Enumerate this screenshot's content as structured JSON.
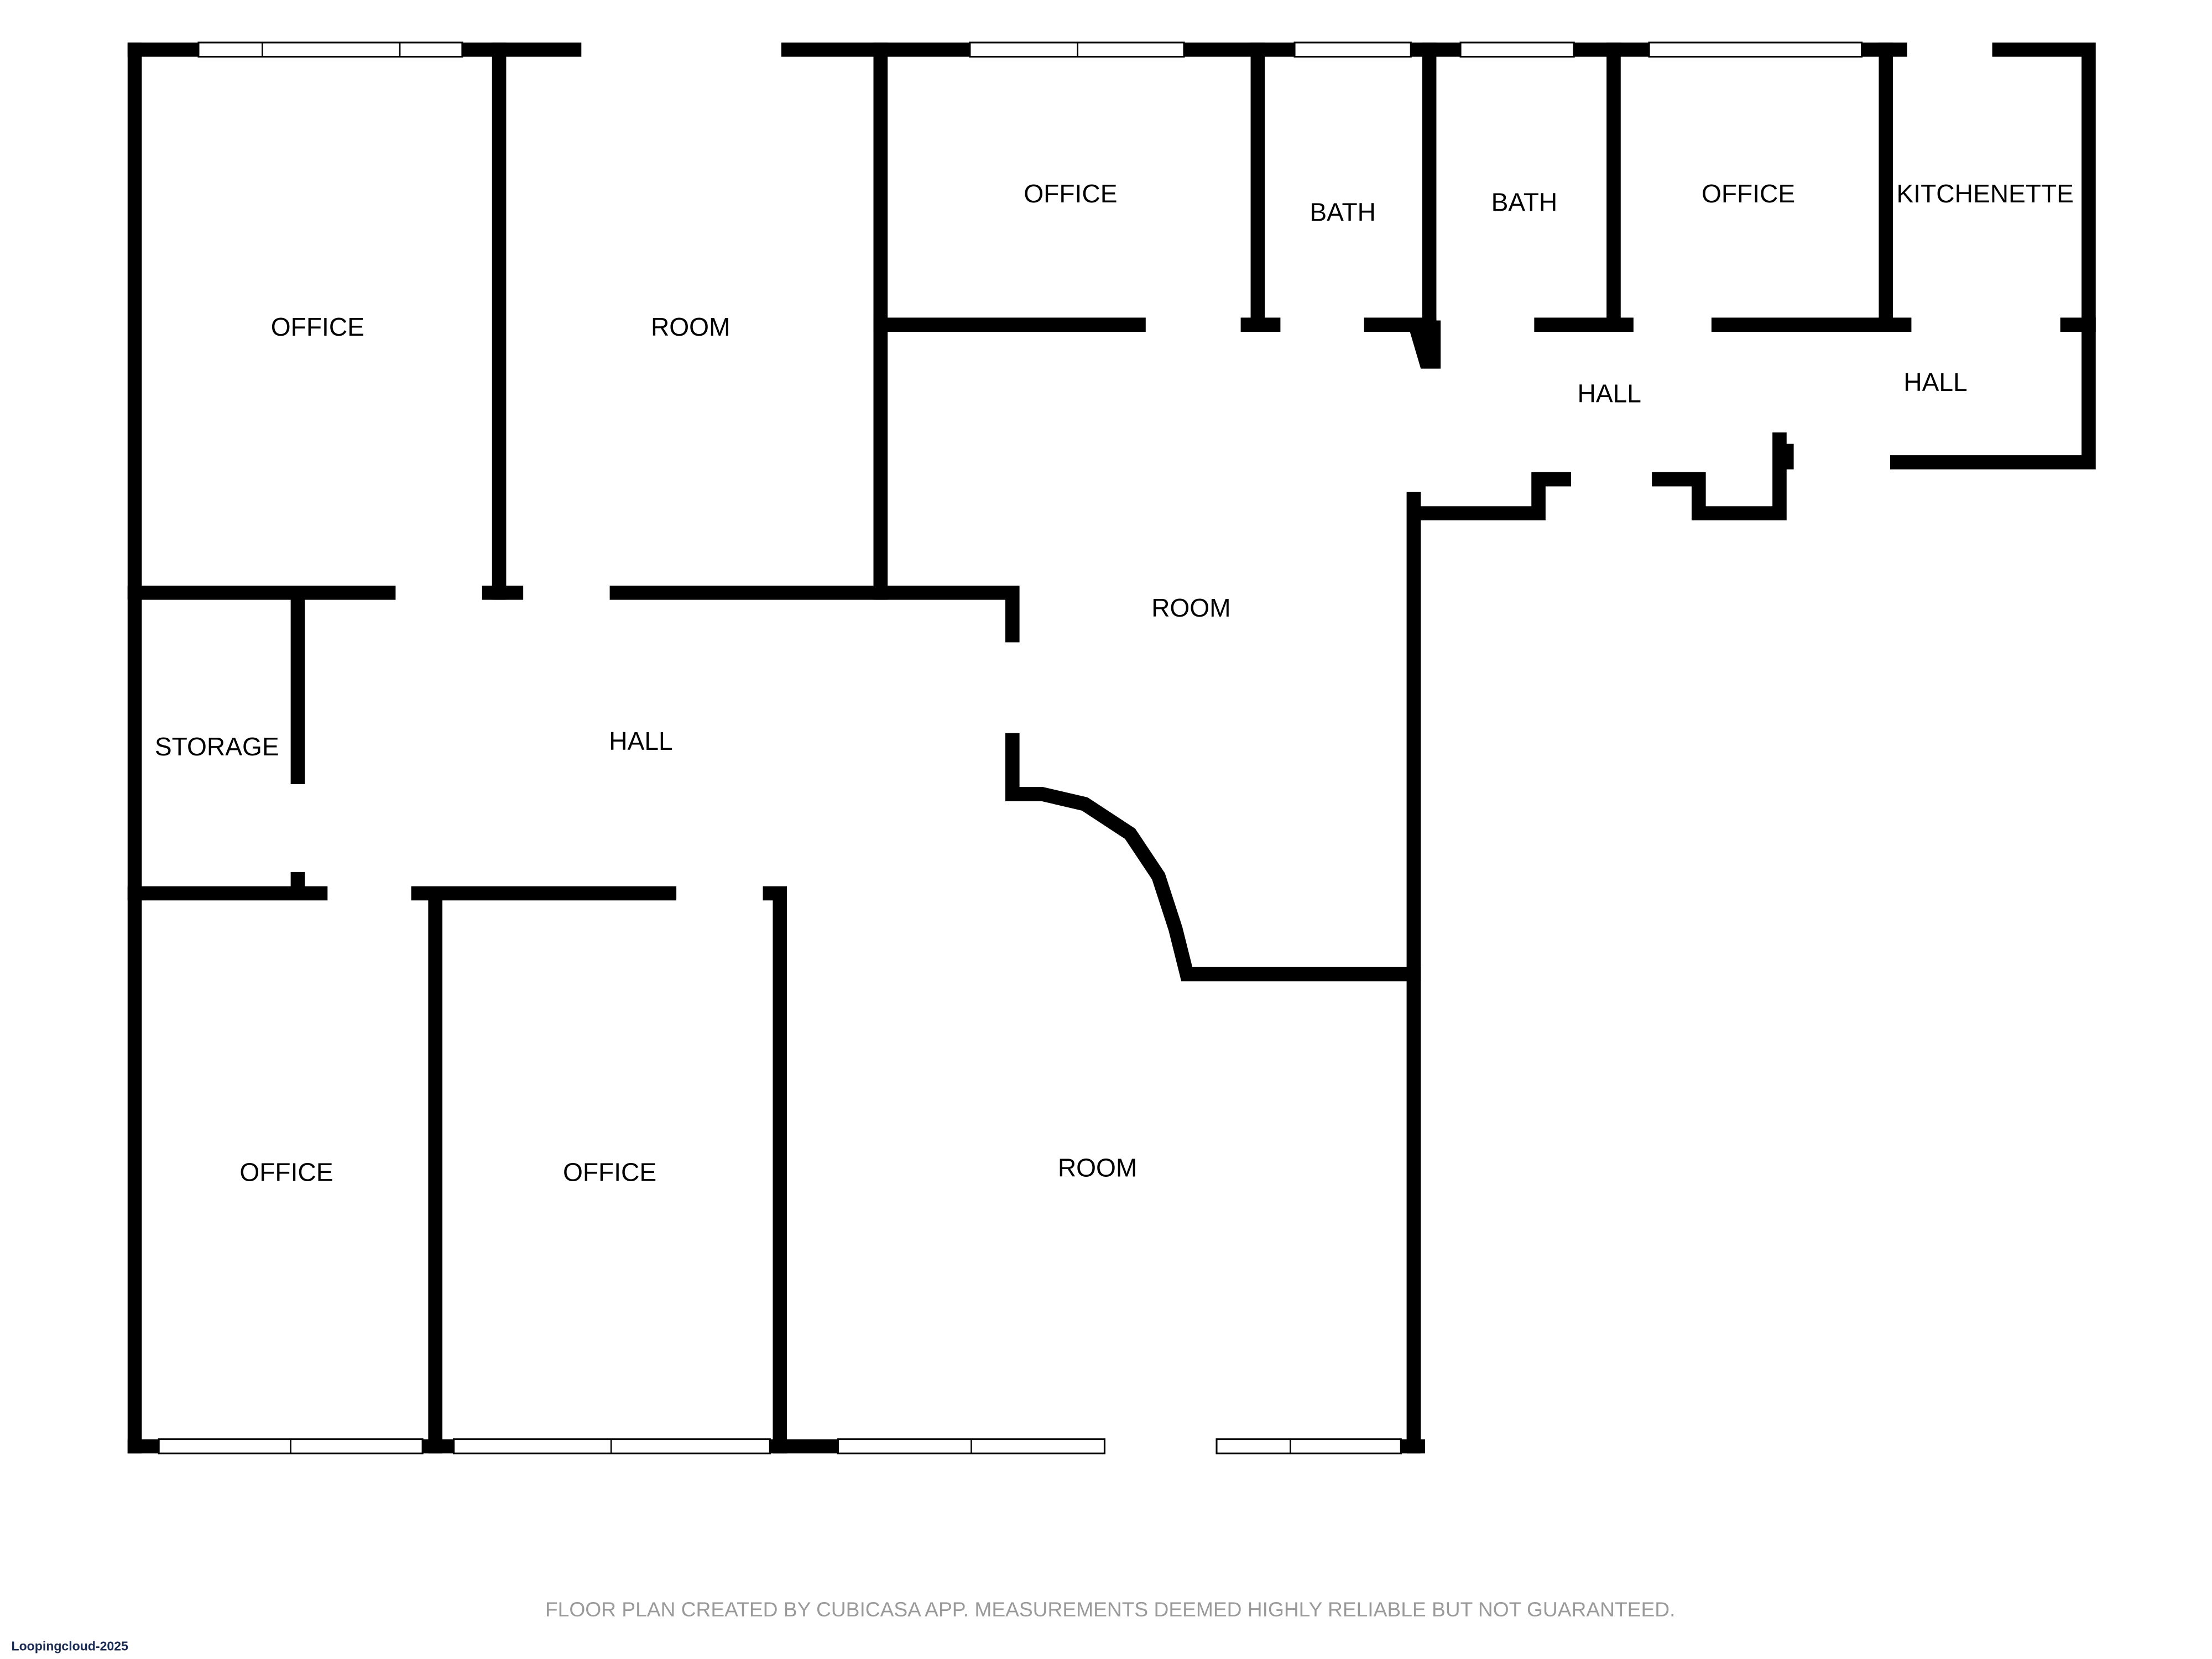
{
  "rooms": [
    {
      "label": "OFFICE"
    },
    {
      "label": "ROOM"
    },
    {
      "label": "OFFICE"
    },
    {
      "label": "BATH"
    },
    {
      "label": "BATH"
    },
    {
      "label": "OFFICE"
    },
    {
      "label": "KITCHENETTE"
    },
    {
      "label": "HALL"
    },
    {
      "label": "HALL"
    },
    {
      "label": "ROOM"
    },
    {
      "label": "STORAGE"
    },
    {
      "label": "HALL"
    },
    {
      "label": "OFFICE"
    },
    {
      "label": "OFFICE"
    },
    {
      "label": "ROOM"
    }
  ],
  "disclaimer": "FLOOR PLAN CREATED BY CUBICASA APP. MEASUREMENTS DEEMED HIGHLY RELIABLE BUT NOT GUARANTEED.",
  "watermark": "Loopingcloud-2025",
  "colors": {
    "wall": "#000000",
    "disclaimer": "#9a9a9a",
    "watermark": "#1a2a50"
  }
}
